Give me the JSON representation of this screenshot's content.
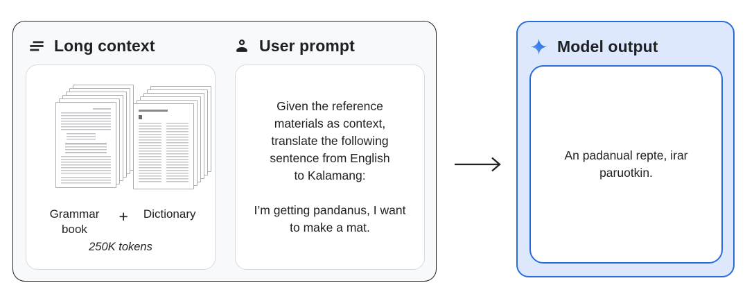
{
  "panels": {
    "context": {
      "long_context_title": "Long context",
      "user_prompt_title": "User prompt",
      "grammar_label": "Grammar book",
      "plus_sign": "+",
      "dictionary_label": "Dictionary",
      "token_count": "250K tokens",
      "prompt_lines_1": [
        "Given the reference",
        "materials as context,",
        "translate the following",
        "sentence from English",
        "to Kalamang:"
      ],
      "prompt_lines_2": [
        "I’m getting pandanus, I want",
        "to make a mat."
      ]
    },
    "output": {
      "title": "Model output",
      "output_lines": [
        "An padanual repte, irar",
        "paruotkin."
      ]
    }
  },
  "icons": {
    "long_context": "notes-icon",
    "user_prompt": "person-icon",
    "model_output": "sparkle-icon",
    "between_panels": "right-arrow-icon"
  },
  "colors": {
    "accent_blue": "#2a6bdb",
    "sparkle_blue_dark": "#0d5fe3",
    "sparkle_blue_light": "#74a4f5",
    "context_panel_bg": "#f8f9fa",
    "output_panel_bg": "#dde8fc",
    "dark_border": "#1f2023",
    "gray_border": "#d7d9dd",
    "text": "#202124"
  },
  "stacks": {
    "grammar_pages": 6,
    "dictionary_pages": 6
  }
}
